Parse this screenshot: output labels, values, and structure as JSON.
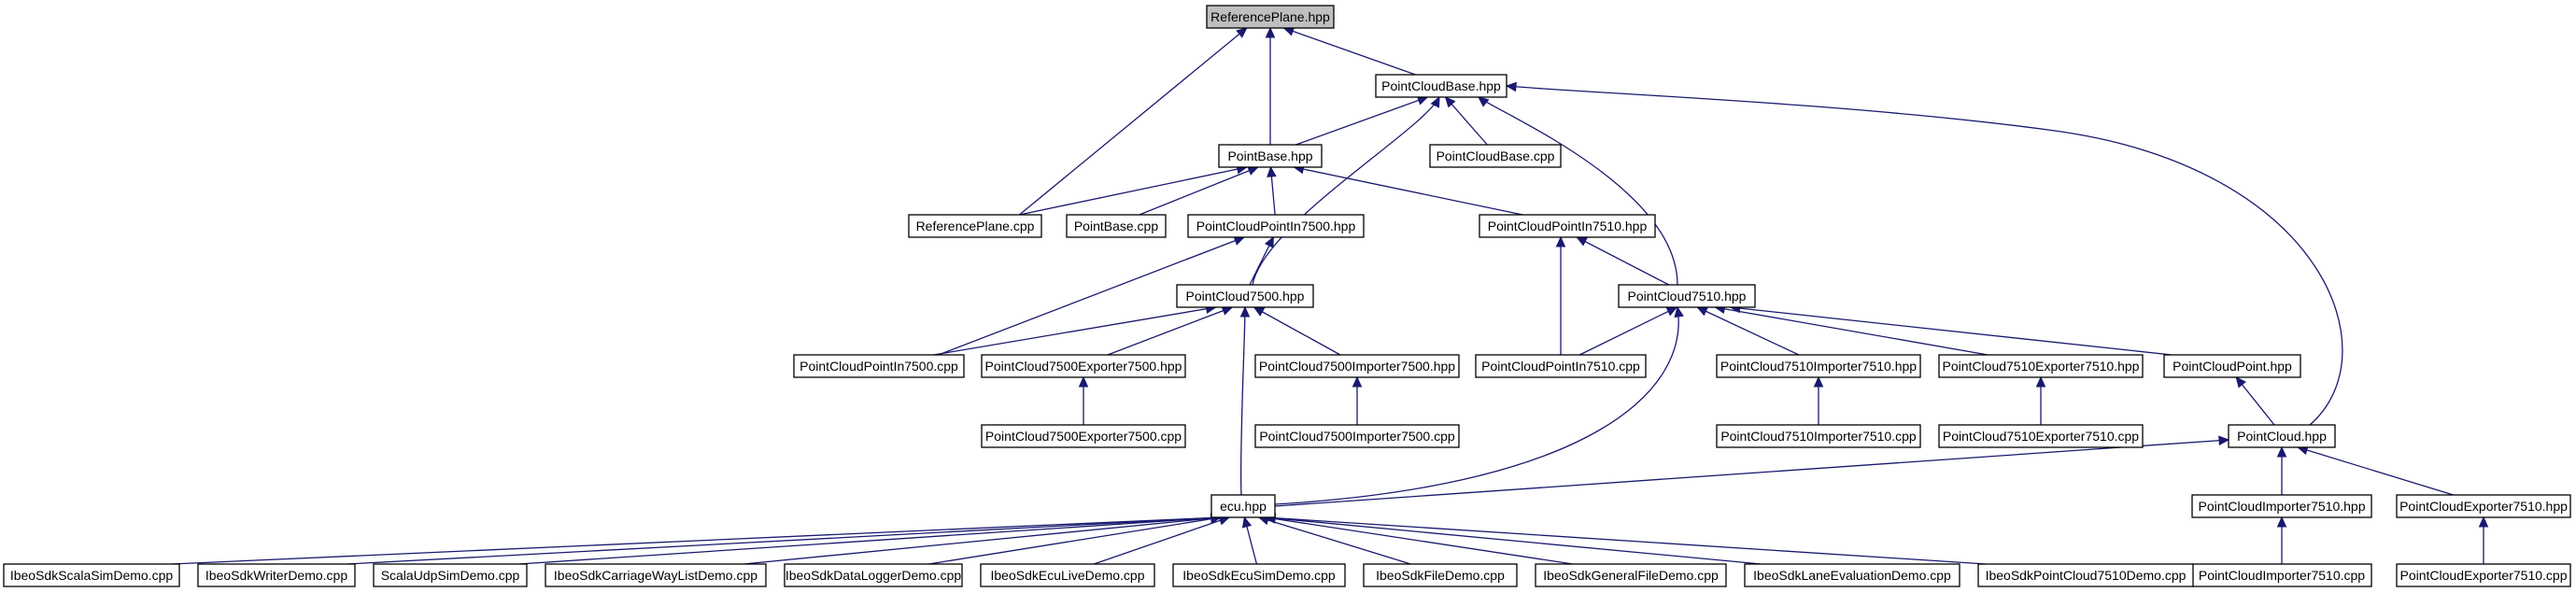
{
  "graph": {
    "root": "ReferencePlane.hpp",
    "colors": {
      "edge": "#191970",
      "root_fill": "#bfbfbf",
      "node_fill": "#ffffff",
      "node_border": "#000000"
    },
    "nodes": [
      {
        "id": "refplane_hpp",
        "label": "ReferencePlane.hpp"
      },
      {
        "id": "pcbase_hpp",
        "label": "PointCloudBase.hpp"
      },
      {
        "id": "pointbase_hpp",
        "label": "PointBase.hpp"
      },
      {
        "id": "pcbase_cpp",
        "label": "PointCloudBase.cpp"
      },
      {
        "id": "refplane_cpp",
        "label": "ReferencePlane.cpp"
      },
      {
        "id": "pointbase_cpp",
        "label": "PointBase.cpp"
      },
      {
        "id": "pcpi7500_hpp",
        "label": "PointCloudPointIn7500.hpp"
      },
      {
        "id": "pcpi7510_hpp",
        "label": "PointCloudPointIn7510.hpp"
      },
      {
        "id": "pc7500_hpp",
        "label": "PointCloud7500.hpp"
      },
      {
        "id": "pc7510_hpp",
        "label": "PointCloud7510.hpp"
      },
      {
        "id": "pcpi7500_cpp",
        "label": "PointCloudPointIn7500.cpp"
      },
      {
        "id": "pc7500exp_hpp",
        "label": "PointCloud7500Exporter7500.hpp"
      },
      {
        "id": "pc7500imp_hpp",
        "label": "PointCloud7500Importer7500.hpp"
      },
      {
        "id": "pcpi7510_cpp",
        "label": "PointCloudPointIn7510.cpp"
      },
      {
        "id": "pc7510imp_hpp",
        "label": "PointCloud7510Importer7510.hpp"
      },
      {
        "id": "pc7510exp_hpp",
        "label": "PointCloud7510Exporter7510.hpp"
      },
      {
        "id": "pcpoint_hpp",
        "label": "PointCloudPoint.hpp"
      },
      {
        "id": "pc7500exp_cpp",
        "label": "PointCloud7500Exporter7500.cpp"
      },
      {
        "id": "pc7500imp_cpp",
        "label": "PointCloud7500Importer7500.cpp"
      },
      {
        "id": "pc7510imp_cpp",
        "label": "PointCloud7510Importer7510.cpp"
      },
      {
        "id": "pc7510exp_cpp",
        "label": "PointCloud7510Exporter7510.cpp"
      },
      {
        "id": "pointcloud_hpp",
        "label": "PointCloud.hpp"
      },
      {
        "id": "ecu_hpp",
        "label": "ecu.hpp"
      },
      {
        "id": "pcimp7510_hpp",
        "label": "PointCloudImporter7510.hpp"
      },
      {
        "id": "pcexp7510_hpp",
        "label": "PointCloudExporter7510.hpp"
      },
      {
        "id": "pcimp7510_cpp",
        "label": "PointCloudImporter7510.cpp"
      },
      {
        "id": "pcexp7510_cpp",
        "label": "PointCloudExporter7510.cpp"
      },
      {
        "id": "demo_scala",
        "label": "IbeoSdkScalaSimDemo.cpp"
      },
      {
        "id": "demo_writer",
        "label": "IbeoSdkWriterDemo.cpp"
      },
      {
        "id": "demo_udp",
        "label": "ScalaUdpSimDemo.cpp"
      },
      {
        "id": "demo_carriage",
        "label": "IbeoSdkCarriageWayListDemo.cpp"
      },
      {
        "id": "demo_logger",
        "label": "IbeoSdkDataLoggerDemo.cpp"
      },
      {
        "id": "demo_ecu_live",
        "label": "IbeoSdkEcuLiveDemo.cpp"
      },
      {
        "id": "demo_ecu_sim",
        "label": "IbeoSdkEcuSimDemo.cpp"
      },
      {
        "id": "demo_file",
        "label": "IbeoSdkFileDemo.cpp"
      },
      {
        "id": "demo_general",
        "label": "IbeoSdkGeneralFileDemo.cpp"
      },
      {
        "id": "demo_lane",
        "label": "IbeoSdkLaneEvaluationDemo.cpp"
      },
      {
        "id": "demo_pc7510",
        "label": "IbeoSdkPointCloud7510Demo.cpp"
      }
    ],
    "edges": [
      [
        "refplane_hpp",
        "pcbase_hpp"
      ],
      [
        "refplane_hpp",
        "pointbase_hpp"
      ],
      [
        "refplane_hpp",
        "refplane_cpp"
      ],
      [
        "pcbase_hpp",
        "pointbase_hpp"
      ],
      [
        "pcbase_hpp",
        "pcbase_cpp"
      ],
      [
        "pcbase_hpp",
        "pc7500_hpp"
      ],
      [
        "pcbase_hpp",
        "pc7510_hpp"
      ],
      [
        "pcbase_hpp",
        "pointcloud_hpp"
      ],
      [
        "pointbase_hpp",
        "refplane_cpp"
      ],
      [
        "pointbase_hpp",
        "pointbase_cpp"
      ],
      [
        "pointbase_hpp",
        "pcpi7500_hpp"
      ],
      [
        "pointbase_hpp",
        "pcpi7510_hpp"
      ],
      [
        "pcpi7500_hpp",
        "pc7500_hpp"
      ],
      [
        "pcpi7500_hpp",
        "pcpi7500_cpp"
      ],
      [
        "pcpi7510_hpp",
        "pc7510_hpp"
      ],
      [
        "pcpi7510_hpp",
        "pcpi7510_cpp"
      ],
      [
        "pc7500_hpp",
        "pcpi7500_cpp"
      ],
      [
        "pc7500_hpp",
        "pc7500exp_hpp"
      ],
      [
        "pc7500_hpp",
        "pc7500imp_hpp"
      ],
      [
        "pc7500_hpp",
        "ecu_hpp"
      ],
      [
        "pc7500exp_hpp",
        "pc7500exp_cpp"
      ],
      [
        "pc7500imp_hpp",
        "pc7500imp_cpp"
      ],
      [
        "pc7510_hpp",
        "pcpi7510_cpp"
      ],
      [
        "pc7510_hpp",
        "pc7510imp_hpp"
      ],
      [
        "pc7510_hpp",
        "pc7510exp_hpp"
      ],
      [
        "pc7510_hpp",
        "pcpoint_hpp"
      ],
      [
        "pc7510_hpp",
        "ecu_hpp"
      ],
      [
        "pc7510imp_hpp",
        "pc7510imp_cpp"
      ],
      [
        "pc7510exp_hpp",
        "pc7510exp_cpp"
      ],
      [
        "pcpoint_hpp",
        "pointcloud_hpp"
      ],
      [
        "pointcloud_hpp",
        "ecu_hpp"
      ],
      [
        "pointcloud_hpp",
        "pcimp7510_hpp"
      ],
      [
        "pointcloud_hpp",
        "pcexp7510_hpp"
      ],
      [
        "pcimp7510_hpp",
        "pcimp7510_cpp"
      ],
      [
        "pcexp7510_hpp",
        "pcexp7510_cpp"
      ],
      [
        "ecu_hpp",
        "demo_scala"
      ],
      [
        "ecu_hpp",
        "demo_writer"
      ],
      [
        "ecu_hpp",
        "demo_udp"
      ],
      [
        "ecu_hpp",
        "demo_carriage"
      ],
      [
        "ecu_hpp",
        "demo_logger"
      ],
      [
        "ecu_hpp",
        "demo_ecu_live"
      ],
      [
        "ecu_hpp",
        "demo_ecu_sim"
      ],
      [
        "ecu_hpp",
        "demo_file"
      ],
      [
        "ecu_hpp",
        "demo_general"
      ],
      [
        "ecu_hpp",
        "demo_lane"
      ],
      [
        "ecu_hpp",
        "demo_pc7510"
      ]
    ]
  }
}
